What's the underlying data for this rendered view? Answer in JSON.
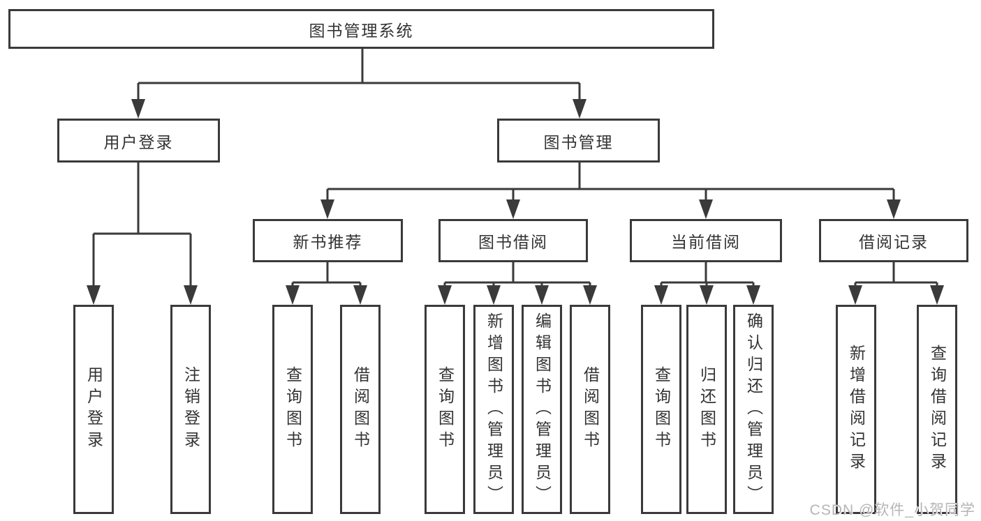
{
  "diagram_type": "hierarchy-tree",
  "tree": {
    "label": "图书管理系统",
    "children": [
      {
        "label": "用户登录",
        "children": [
          {
            "label": "用户登录"
          },
          {
            "label": "注销登录"
          }
        ]
      },
      {
        "label": "图书管理",
        "children": [
          {
            "label": "新书推荐",
            "children": [
              {
                "label": "查询图书"
              },
              {
                "label": "借阅图书"
              }
            ]
          },
          {
            "label": "图书借阅",
            "children": [
              {
                "label": "查询图书"
              },
              {
                "label": "新增图书（管理员）"
              },
              {
                "label": "编辑图书（管理员）"
              },
              {
                "label": "借阅图书"
              }
            ]
          },
          {
            "label": "当前借阅",
            "children": [
              {
                "label": "查询图书"
              },
              {
                "label": "归还图书"
              },
              {
                "label": "确认归还（管理员）"
              }
            ]
          },
          {
            "label": "借阅记录",
            "children": [
              {
                "label": "新增借阅记录"
              },
              {
                "label": "查询借阅记录"
              }
            ]
          }
        ]
      }
    ]
  },
  "watermark": "CSDN @软件_小贺同学",
  "colors": {
    "line": "#3a3a3a",
    "box_border": "#3a3a3a",
    "box_fill": "#ffffff",
    "text": "#333333",
    "watermark": "#b5b5b5",
    "background": "#ffffff"
  }
}
